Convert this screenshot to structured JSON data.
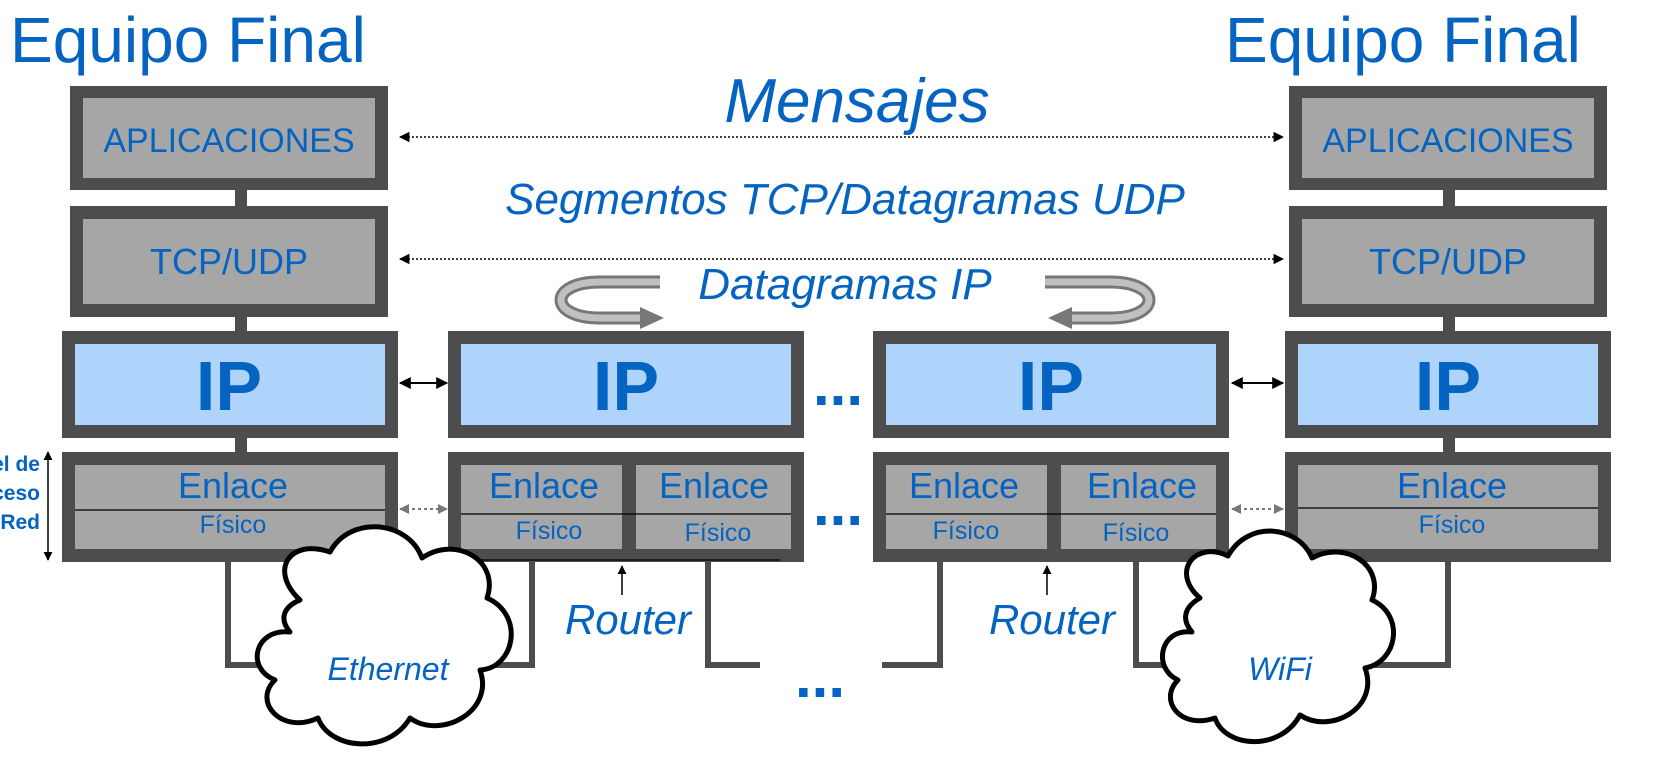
{
  "titles": {
    "left_host": "Equipo Final",
    "right_host": "Equipo Final"
  },
  "links": {
    "mensajes": "Mensajes",
    "segmentos": "Segmentos TCP/Datagramas UDP",
    "datagramas": "Datagramas IP"
  },
  "layers": {
    "aplicaciones": "APLICACIONES",
    "tcpudp": "TCP/UDP",
    "ip": "IP",
    "enlace": "Enlace",
    "fisico": "Físico"
  },
  "side_label": {
    "line1": "Nivel de",
    "line2": "Acceso",
    "line3": "a la Red"
  },
  "ellipsis": "...",
  "router_label": "Router",
  "networks": {
    "left": "Ethernet",
    "right": "WiFi"
  },
  "colors": {
    "text": "#0563C1",
    "box_border": "#4D4D4D",
    "box_fill": "#A6A6A6",
    "ip_fill": "#AED4FB"
  }
}
